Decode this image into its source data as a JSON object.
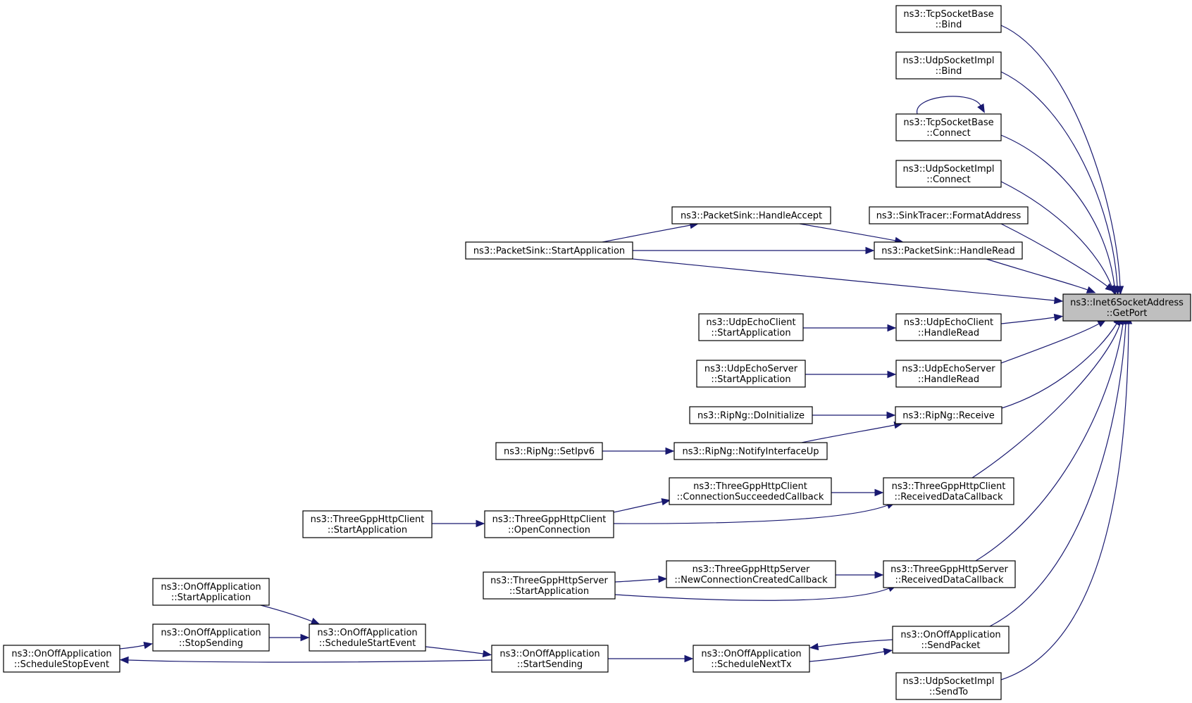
{
  "colors": {
    "edge": "#191970",
    "focus_fill": "#bfbfbf",
    "node_fill": "#ffffff"
  },
  "nodes": [
    {
      "id": "getport",
      "lines": [
        "ns3::Inet6SocketAddress",
        "::GetPort"
      ],
      "focus": true
    },
    {
      "id": "tcp_bind",
      "lines": [
        "ns3::TcpSocketBase",
        "::Bind"
      ]
    },
    {
      "id": "udp_bind",
      "lines": [
        "ns3::UdpSocketImpl",
        "::Bind"
      ]
    },
    {
      "id": "tcp_connect",
      "lines": [
        "ns3::TcpSocketBase",
        "::Connect"
      ]
    },
    {
      "id": "udp_connect",
      "lines": [
        "ns3::UdpSocketImpl",
        "::Connect"
      ]
    },
    {
      "id": "sink_format",
      "lines": [
        "ns3::SinkTracer::FormatAddress"
      ]
    },
    {
      "id": "ps_accept",
      "lines": [
        "ns3::PacketSink::HandleAccept"
      ]
    },
    {
      "id": "ps_start",
      "lines": [
        "ns3::PacketSink::StartApplication"
      ]
    },
    {
      "id": "ps_read",
      "lines": [
        "ns3::PacketSink::HandleRead"
      ]
    },
    {
      "id": "uec_start",
      "lines": [
        "ns3::UdpEchoClient",
        "::StartApplication"
      ]
    },
    {
      "id": "uec_read",
      "lines": [
        "ns3::UdpEchoClient",
        "::HandleRead"
      ]
    },
    {
      "id": "ues_start",
      "lines": [
        "ns3::UdpEchoServer",
        "::StartApplication"
      ]
    },
    {
      "id": "ues_read",
      "lines": [
        "ns3::UdpEchoServer",
        "::HandleRead"
      ]
    },
    {
      "id": "rip_init",
      "lines": [
        "ns3::RipNg::DoInitialize"
      ]
    },
    {
      "id": "rip_receive",
      "lines": [
        "ns3::RipNg::Receive"
      ]
    },
    {
      "id": "rip_setipv6",
      "lines": [
        "ns3::RipNg::SetIpv6"
      ]
    },
    {
      "id": "rip_notify",
      "lines": [
        "ns3::RipNg::NotifyInterfaceUp"
      ]
    },
    {
      "id": "tgc_conn",
      "lines": [
        "ns3::ThreeGppHttpClient",
        "::ConnectionSucceededCallback"
      ]
    },
    {
      "id": "tgc_recv",
      "lines": [
        "ns3::ThreeGppHttpClient",
        "::ReceivedDataCallback"
      ]
    },
    {
      "id": "tgc_start",
      "lines": [
        "ns3::ThreeGppHttpClient",
        "::StartApplication"
      ]
    },
    {
      "id": "tgc_open",
      "lines": [
        "ns3::ThreeGppHttpClient",
        "::OpenConnection"
      ]
    },
    {
      "id": "tgs_start",
      "lines": [
        "ns3::ThreeGppHttpServer",
        "::StartApplication"
      ]
    },
    {
      "id": "tgs_newconn",
      "lines": [
        "ns3::ThreeGppHttpServer",
        "::NewConnectionCreatedCallback"
      ]
    },
    {
      "id": "tgs_recv",
      "lines": [
        "ns3::ThreeGppHttpServer",
        "::ReceivedDataCallback"
      ]
    },
    {
      "id": "oo_startapp",
      "lines": [
        "ns3::OnOffApplication",
        "::StartApplication"
      ]
    },
    {
      "id": "oo_stopsend",
      "lines": [
        "ns3::OnOffApplication",
        "::StopSending"
      ]
    },
    {
      "id": "oo_schedstart",
      "lines": [
        "ns3::OnOffApplication",
        "::ScheduleStartEvent"
      ]
    },
    {
      "id": "oo_schedstop",
      "lines": [
        "ns3::OnOffApplication",
        "::ScheduleStopEvent"
      ]
    },
    {
      "id": "oo_startsend",
      "lines": [
        "ns3::OnOffApplication",
        "::StartSending"
      ]
    },
    {
      "id": "oo_nexttx",
      "lines": [
        "ns3::OnOffApplication",
        "::ScheduleNextTx"
      ]
    },
    {
      "id": "oo_sendpacket",
      "lines": [
        "ns3::OnOffApplication",
        "::SendPacket"
      ]
    },
    {
      "id": "udp_sendto",
      "lines": [
        "ns3::UdpSocketImpl",
        "::SendTo"
      ]
    }
  ],
  "edges": [
    {
      "from": "tcp_bind",
      "to": "getport"
    },
    {
      "from": "udp_bind",
      "to": "getport"
    },
    {
      "from": "tcp_connect",
      "to": "getport"
    },
    {
      "from": "tcp_connect",
      "to": "tcp_connect"
    },
    {
      "from": "udp_connect",
      "to": "getport"
    },
    {
      "from": "sink_format",
      "to": "getport"
    },
    {
      "from": "ps_read",
      "to": "getport"
    },
    {
      "from": "ps_start",
      "to": "getport"
    },
    {
      "from": "ps_start",
      "to": "ps_accept"
    },
    {
      "from": "ps_accept",
      "to": "ps_read"
    },
    {
      "from": "ps_start",
      "to": "ps_read"
    },
    {
      "from": "uec_read",
      "to": "getport"
    },
    {
      "from": "uec_start",
      "to": "uec_read"
    },
    {
      "from": "ues_read",
      "to": "getport"
    },
    {
      "from": "ues_start",
      "to": "ues_read"
    },
    {
      "from": "rip_receive",
      "to": "getport"
    },
    {
      "from": "rip_init",
      "to": "rip_receive"
    },
    {
      "from": "rip_notify",
      "to": "rip_receive"
    },
    {
      "from": "rip_setipv6",
      "to": "rip_notify"
    },
    {
      "from": "tgc_recv",
      "to": "getport"
    },
    {
      "from": "tgc_conn",
      "to": "tgc_recv"
    },
    {
      "from": "tgc_open",
      "to": "tgc_conn"
    },
    {
      "from": "tgc_open",
      "to": "tgc_recv"
    },
    {
      "from": "tgc_start",
      "to": "tgc_open"
    },
    {
      "from": "tgs_recv",
      "to": "getport"
    },
    {
      "from": "tgs_newconn",
      "to": "tgs_recv"
    },
    {
      "from": "tgs_start",
      "to": "tgs_newconn"
    },
    {
      "from": "tgs_start",
      "to": "tgs_recv"
    },
    {
      "from": "oo_sendpacket",
      "to": "getport"
    },
    {
      "from": "oo_sendpacket",
      "to": "oo_nexttx"
    },
    {
      "from": "oo_nexttx",
      "to": "oo_sendpacket"
    },
    {
      "from": "oo_startsend",
      "to": "oo_nexttx"
    },
    {
      "from": "oo_schedstart",
      "to": "oo_startsend"
    },
    {
      "from": "oo_startapp",
      "to": "oo_schedstart"
    },
    {
      "from": "oo_stopsend",
      "to": "oo_schedstart"
    },
    {
      "from": "oo_schedstop",
      "to": "oo_stopsend"
    },
    {
      "from": "oo_startsend",
      "to": "oo_schedstop"
    },
    {
      "from": "udp_sendto",
      "to": "getport"
    }
  ]
}
